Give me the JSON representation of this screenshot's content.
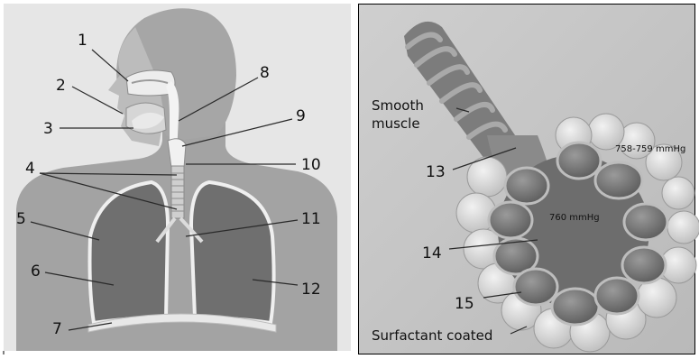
{
  "left_panel": {
    "numbers": [
      "1",
      "2",
      "3",
      "4",
      "5",
      "6",
      "7",
      "8",
      "9",
      "10",
      "11",
      "12"
    ]
  },
  "right_panel": {
    "numbers": [
      "13",
      "14",
      "15"
    ],
    "smooth_muscle_line1": "Smooth",
    "smooth_muscle_line2": "muscle",
    "pressure_outer": "758-759 mmHg",
    "pressure_inner": "760 mmHg",
    "surfactant": "Surfactant coated"
  },
  "colors": {
    "panel_bg": "#e4e4e4",
    "right_bg": "#c8c8c8",
    "body": "#a6a6a6",
    "lung": "#6e6e6e",
    "line": "#2a2a2a"
  }
}
